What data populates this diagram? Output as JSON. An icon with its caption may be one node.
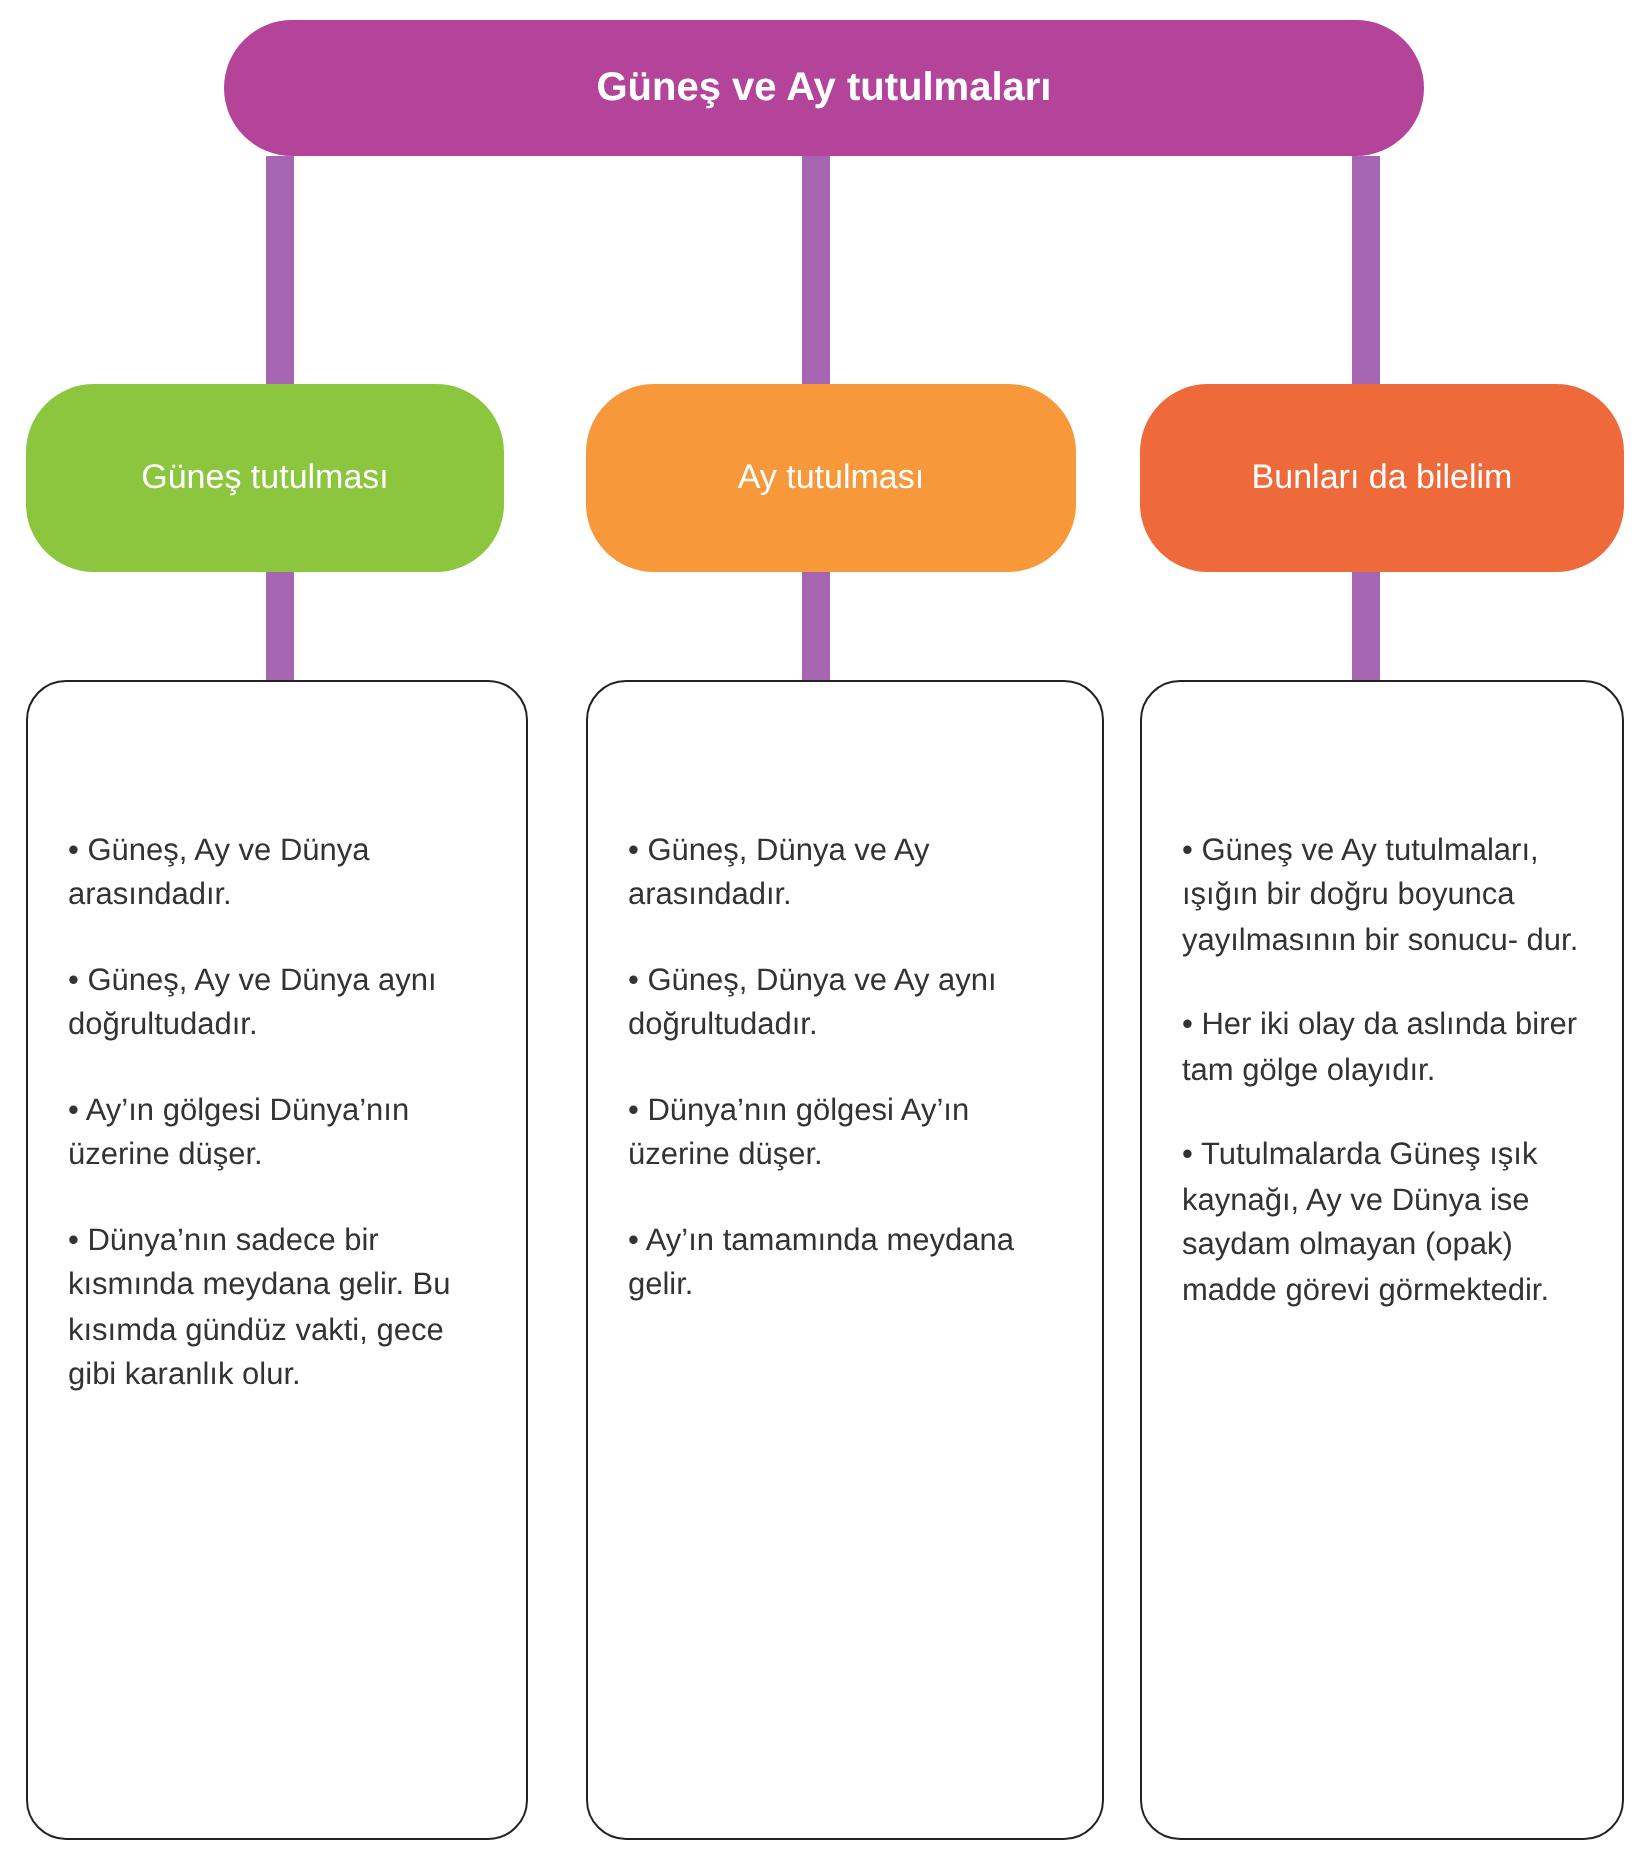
{
  "diagram": {
    "nodes": [
      {
        "text": [
          "Güneş ve Ay tutulmaları"
        ]
      },
      {
        "text": [
          "Güneş tutulması"
        ]
      },
      {
        "text": [
          "Ay tutulması"
        ]
      },
      {
        "text": [
          "Bunları da bilelim"
        ]
      },
      {
        "text": [
          "• Güneş, Ay ve Dünya arasındadır.",
          "• Güneş, Ay ve Dünya aynı doğrultudadır.",
          "• Ay’ın gölgesi Dünya’nın üzerine düşer.",
          "• Dünya’nın sadece bir kısmında meydana gelir. Bu kısımda gündüz vakti, gece gibi karanlık olur."
        ]
      },
      {
        "text": [
          "• Güneş, Dünya ve Ay arasındadır.",
          "• Güneş, Dünya ve Ay aynı doğrultudadır.",
          "• Dünya’nın gölgesi Ay’ın üzerine düşer.",
          "• Ay’ın tamamında meydana gelir."
        ]
      },
      {
        "text": [
          "• Güneş ve Ay tutulmaları, ışığın bir doğru boyunca yayılmasının bir sonucu- dur.",
          "• Her iki olay da aslında birer tam gölge olayıdır.",
          "• Tutulmalarda Güneş ışık kaynağı, Ay ve Dünya ise saydam olmayan (opak) madde görevi görmektedir."
        ]
      }
    ],
    "edges": [
      {
        "from": 0,
        "to": 1,
        "arrow": "none"
      },
      {
        "from": 0,
        "to": 2,
        "arrow": "none"
      },
      {
        "from": 0,
        "to": 3,
        "arrow": "none"
      },
      {
        "from": 1,
        "to": 4,
        "arrow": "none"
      },
      {
        "from": 2,
        "to": 5,
        "arrow": "none"
      },
      {
        "from": 3,
        "to": 6,
        "arrow": "none"
      }
    ]
  }
}
